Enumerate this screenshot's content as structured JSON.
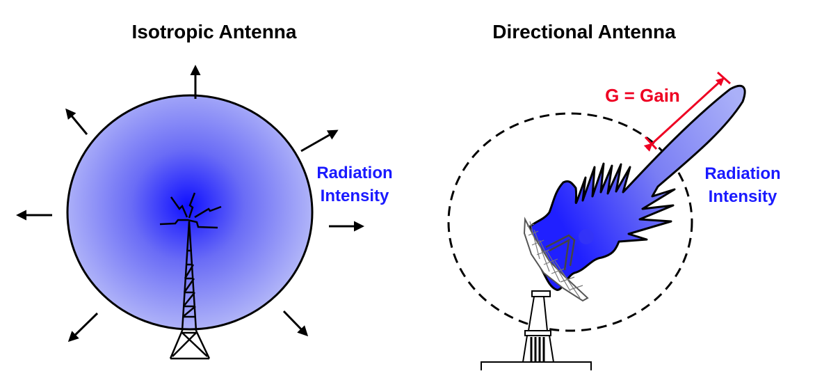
{
  "left_panel": {
    "title": "Isotropic Antenna",
    "label_line1": "Radiation",
    "label_line2": "Intensity"
  },
  "right_panel": {
    "title": "Directional Antenna",
    "label_line1": "Radiation",
    "label_line2": "Intensity",
    "gain_label": "G = Gain"
  },
  "colors": {
    "label_blue": "#1a1aff",
    "gain_red": "#ee0022",
    "lobe_dark": "#2222ff",
    "lobe_light": "#aab0f8"
  }
}
